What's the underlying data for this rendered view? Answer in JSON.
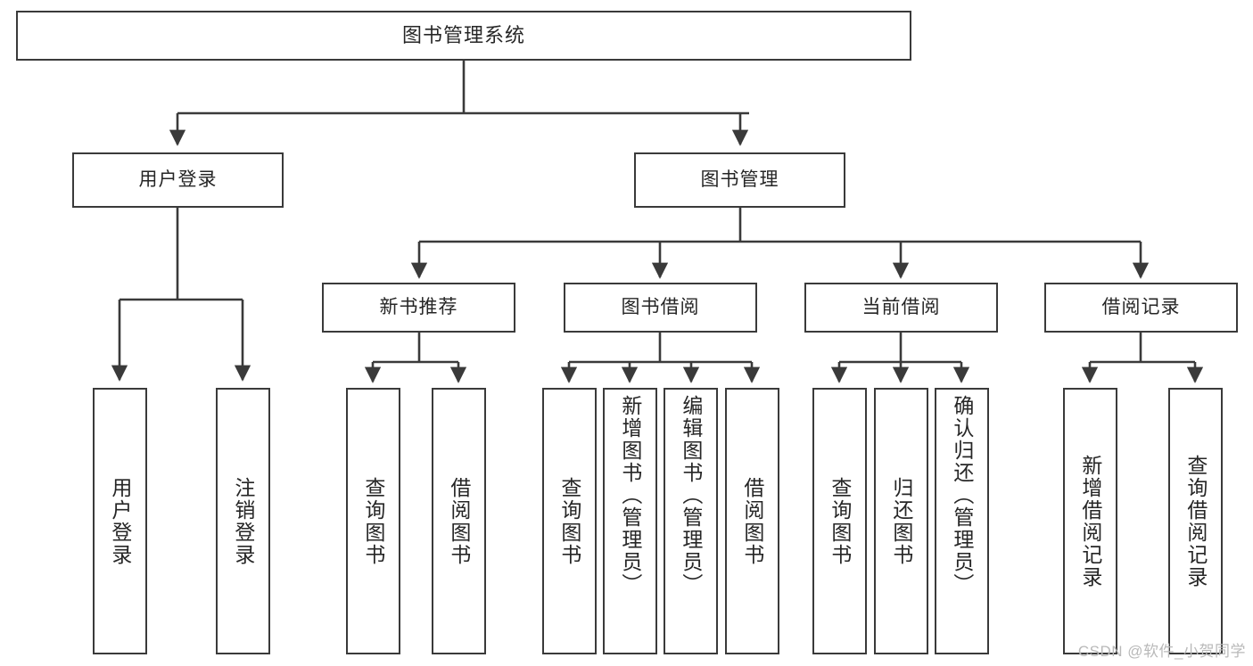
{
  "diagram": {
    "title": "图书管理系统",
    "type": "tree-hierarchy",
    "watermark": "CSDN @软件_小贺同学",
    "colors": {
      "box_border": "#3a3a3a",
      "box_fill": "#ffffff",
      "edge": "#3a3a3a",
      "text": "#262626",
      "watermark": "#b9b9b9",
      "background": "#ffffff"
    },
    "nodes": {
      "root": {
        "label": "图书管理系统"
      },
      "level2": [
        {
          "label": "用户登录"
        },
        {
          "label": "图书管理"
        }
      ],
      "level3": [
        {
          "label": "新书推荐"
        },
        {
          "label": "图书借阅"
        },
        {
          "label": "当前借阅"
        },
        {
          "label": "借阅记录"
        }
      ],
      "leaves": {
        "user_login": [
          {
            "label": "用户登录"
          },
          {
            "label": "注销登录"
          }
        ],
        "new_book_recommend": [
          {
            "label": "查询图书"
          },
          {
            "label": "借阅图书"
          }
        ],
        "book_borrow": [
          {
            "label": "查询图书"
          },
          {
            "label": "新增图书（管理员）"
          },
          {
            "label": "编辑图书（管理员）"
          },
          {
            "label": "借阅图书"
          }
        ],
        "current_borrow": [
          {
            "label": "查询图书"
          },
          {
            "label": "归还图书"
          },
          {
            "label": "确认归还（管理员）"
          }
        ],
        "borrow_records": [
          {
            "label": "新增借阅记录"
          },
          {
            "label": "查询借阅记录"
          }
        ]
      }
    }
  }
}
